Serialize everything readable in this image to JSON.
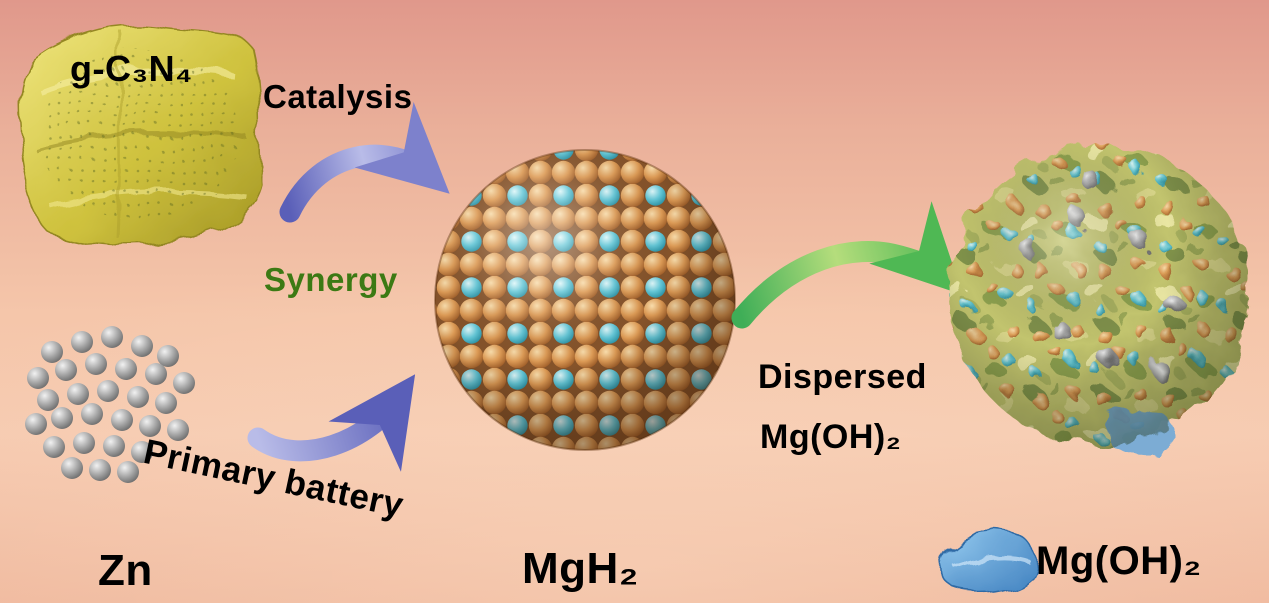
{
  "labels": {
    "gc3n4": "g-C₃N₄",
    "catalysis": "Catalysis",
    "synergy": "Synergy",
    "primary_battery": "Primary battery",
    "zn": "Zn",
    "mgh2": "MgH₂",
    "dispersed_line1": "Dispersed",
    "dispersed_line2": "Mg(OH)₂",
    "mgoh2_product": "Mg(OH)₂"
  },
  "colors": {
    "background_top": "#e0988b",
    "background_bottom": "#f6cab0",
    "label_text": "#000000",
    "synergy_text": "#3c7a14",
    "arrow_blue_dark": "#5a5fb8",
    "arrow_blue_light": "#b9bce8",
    "arrow_green_dark": "#3fae57",
    "arrow_green_light": "#9ed36e",
    "atom_orange": "#d89a55",
    "atom_cyan": "#63c6d6",
    "zn_gray": "#a8a8a8",
    "gc3n4_yellow": "#cfc23e",
    "mgoh2_blue": "#5b9fd4"
  }
}
